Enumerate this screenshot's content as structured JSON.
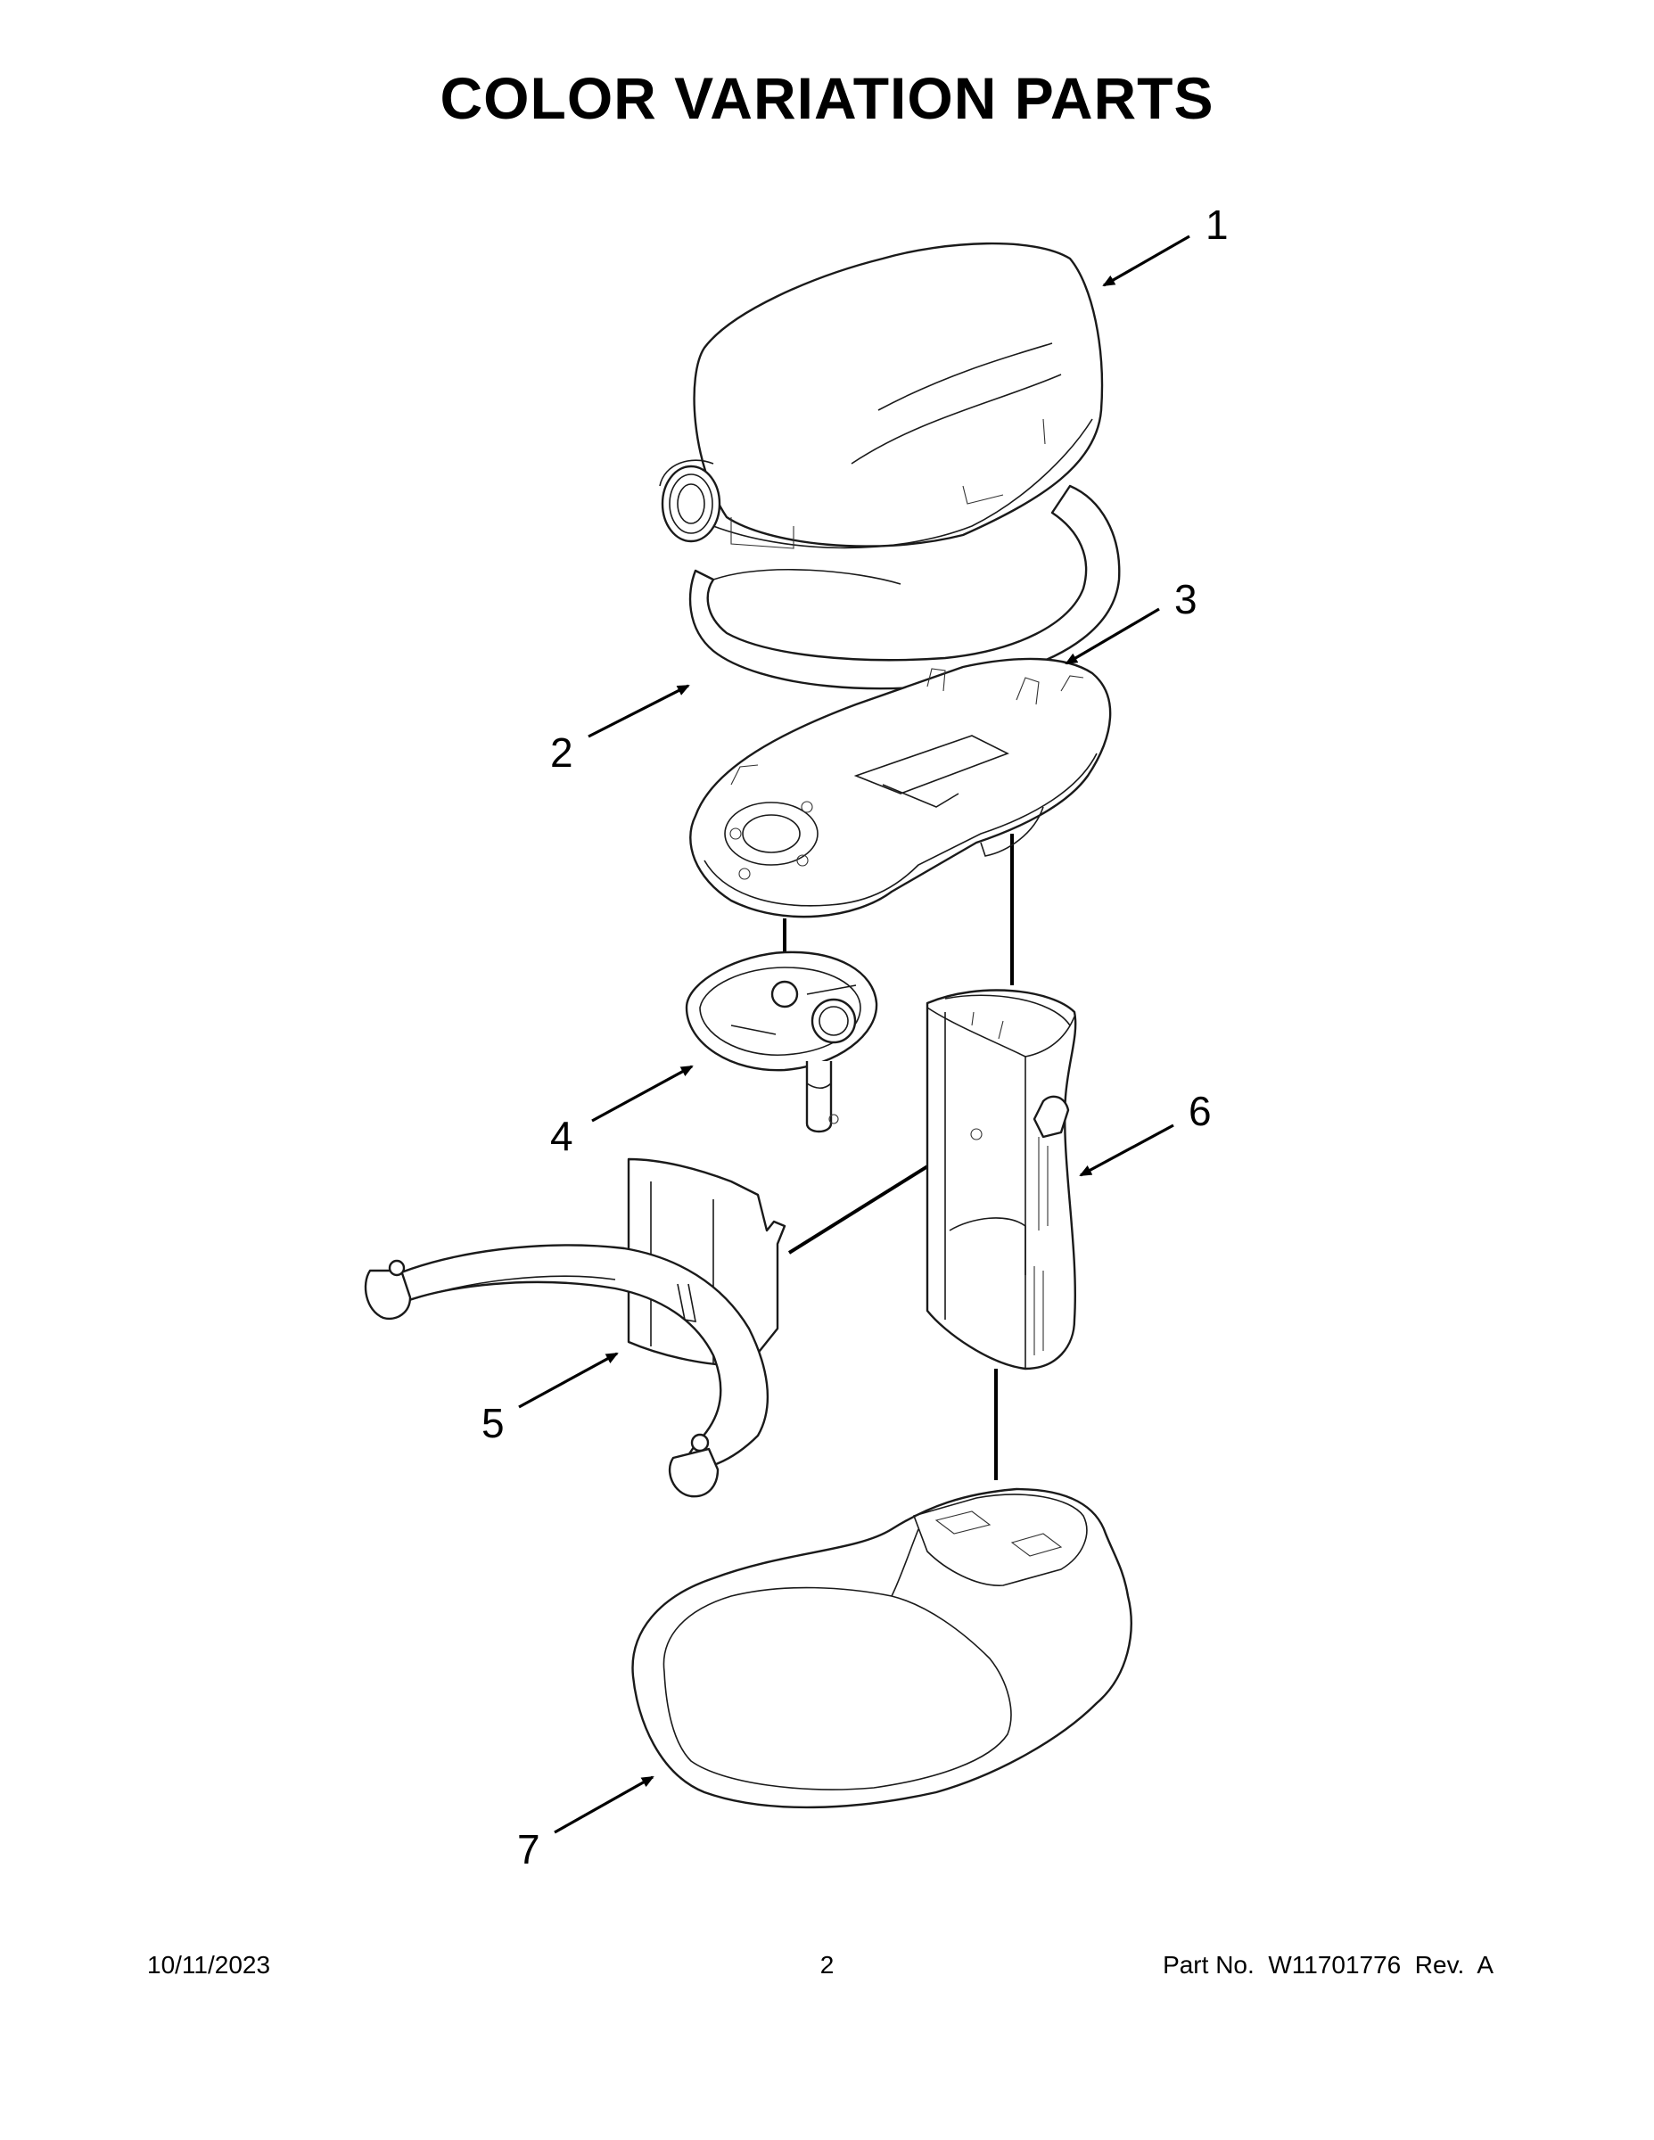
{
  "page": {
    "title": "COLOR VARIATION PARTS"
  },
  "callouts": [
    {
      "id": "1",
      "label": "1"
    },
    {
      "id": "2",
      "label": "2"
    },
    {
      "id": "3",
      "label": "3"
    },
    {
      "id": "4",
      "label": "4"
    },
    {
      "id": "5",
      "label": "5"
    },
    {
      "id": "6",
      "label": "6"
    },
    {
      "id": "7",
      "label": "7"
    }
  ],
  "footer": {
    "date": "10/11/2023",
    "page_number": "2",
    "part_number": "Part No.  W11701776  Rev.  A"
  }
}
